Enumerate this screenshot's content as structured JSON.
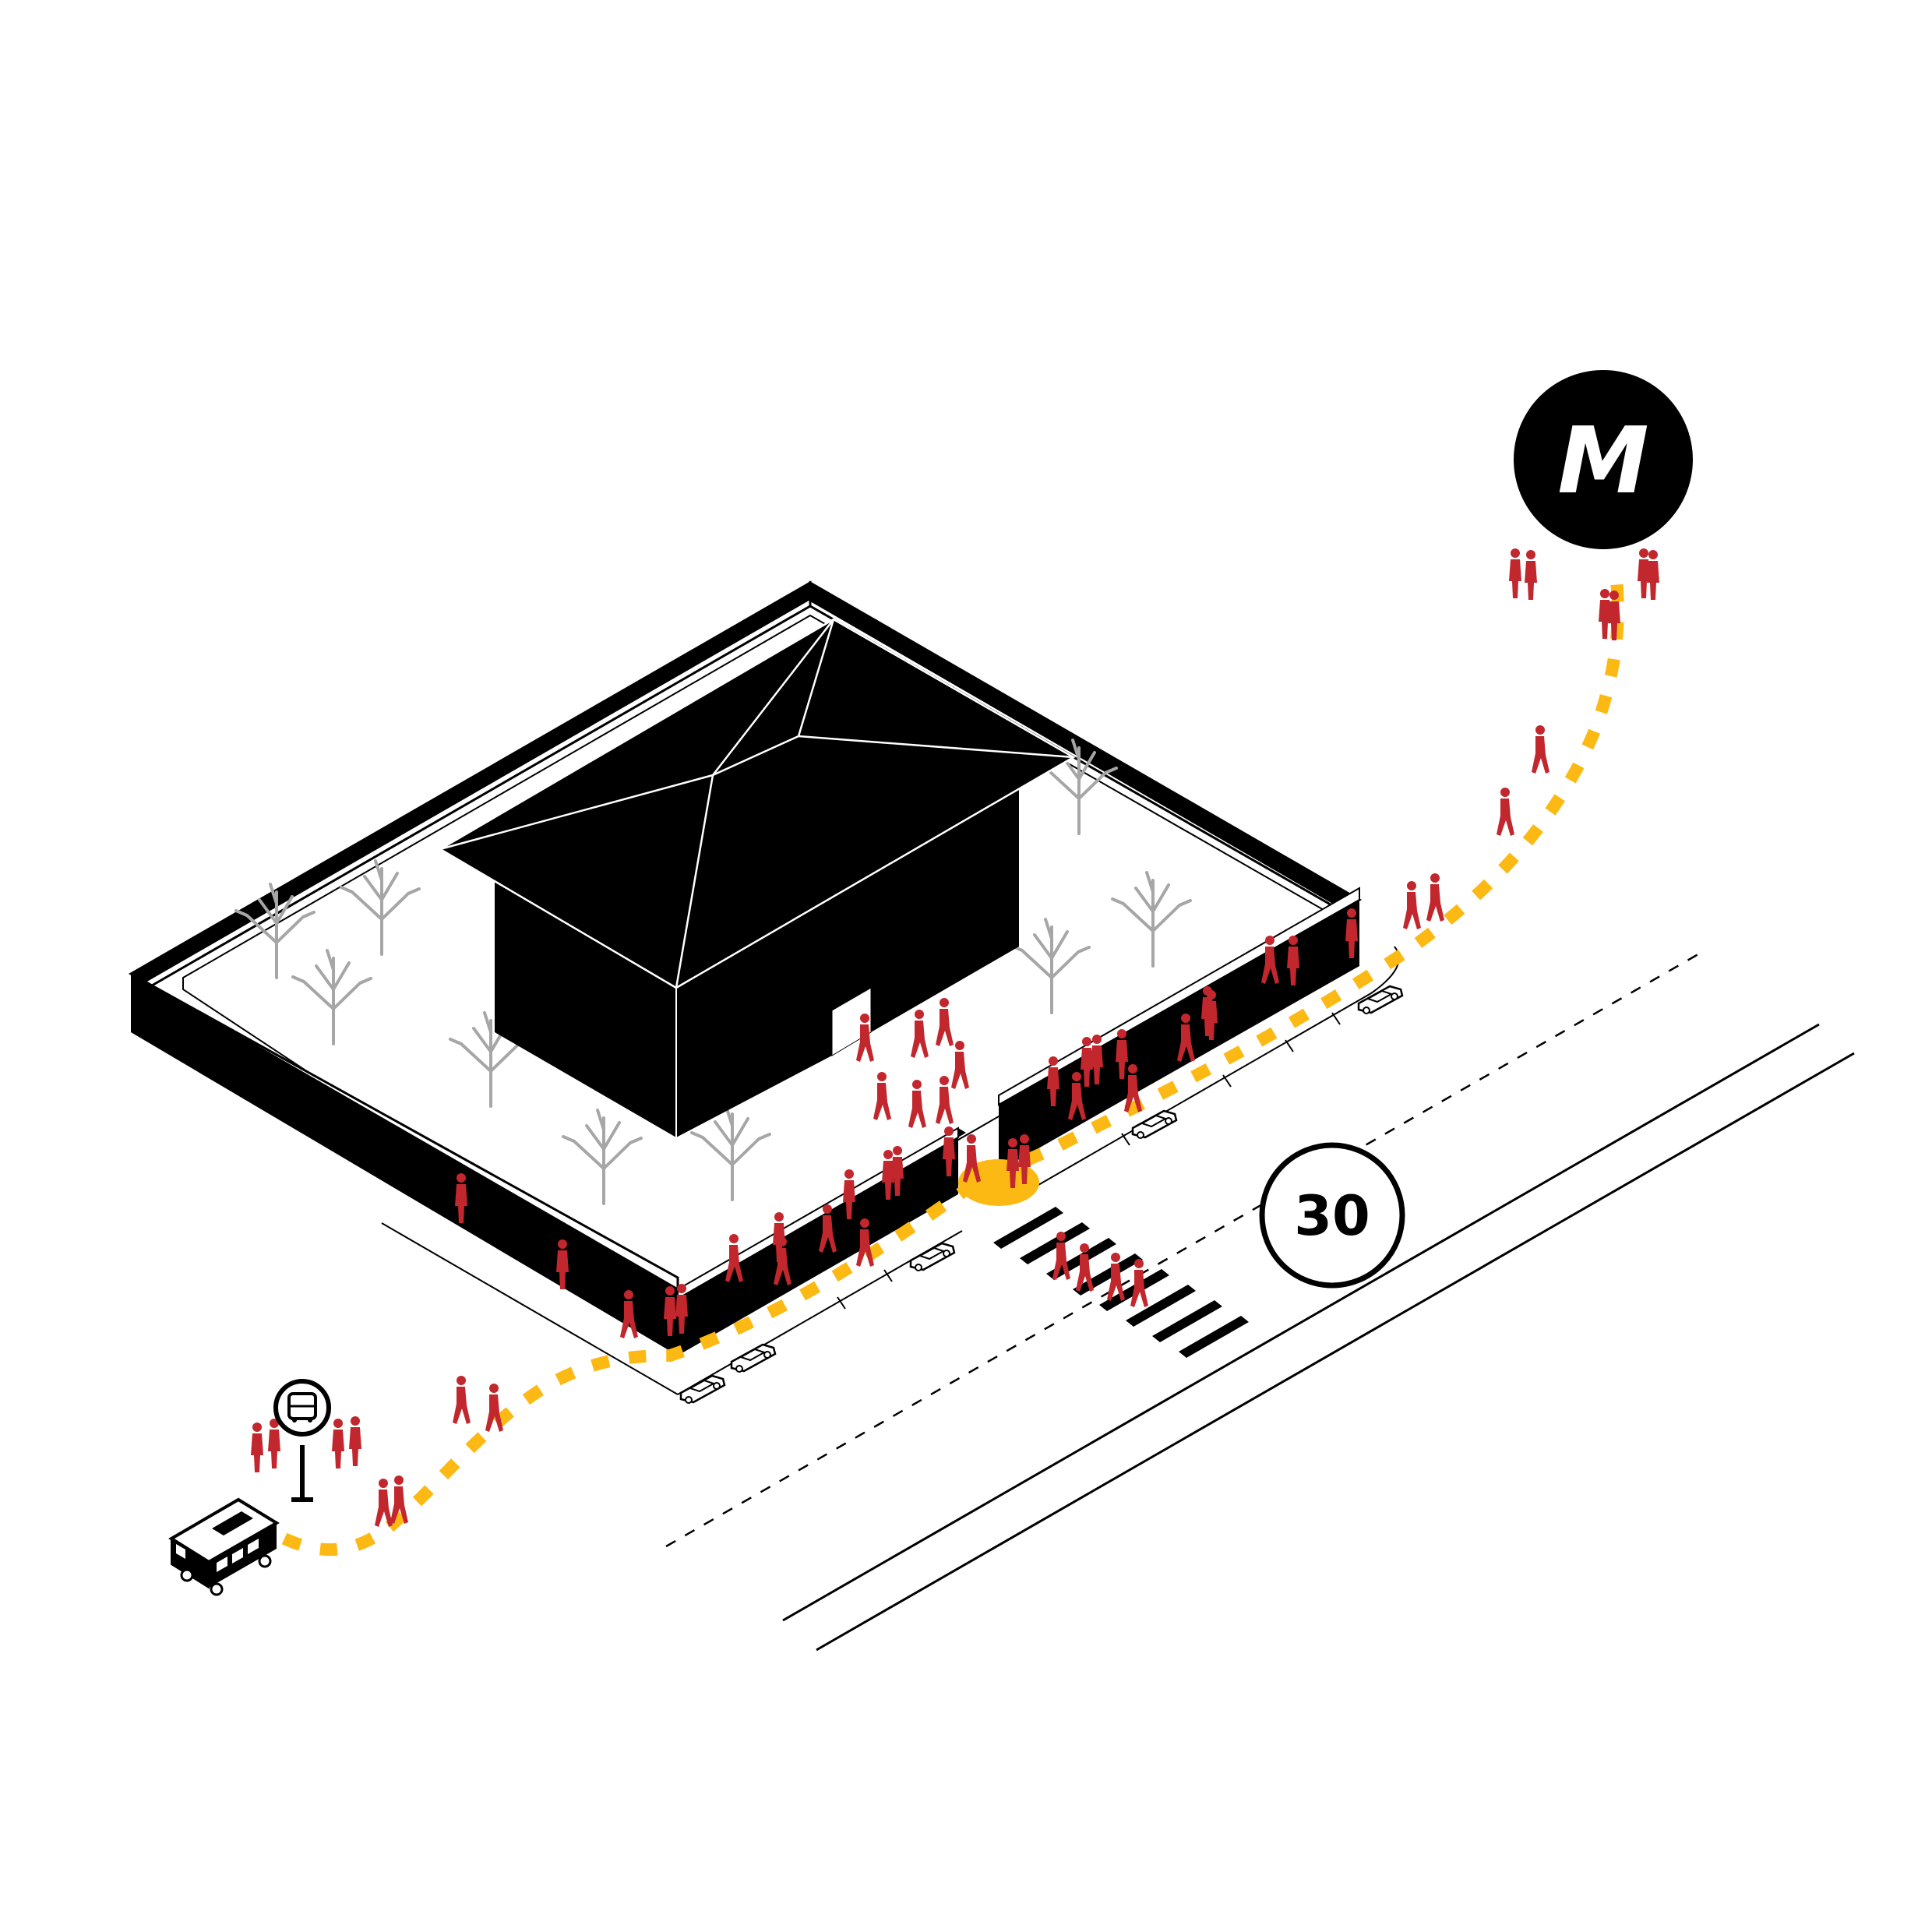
{
  "colors": {
    "background": "#ffffff",
    "building": "#000000",
    "route": "#fdb913",
    "people": "#c1272d",
    "trees": "#a6a6a6",
    "lines": "#000000"
  },
  "metro_sign": {
    "label": "M",
    "icon": "metro-icon"
  },
  "speed_sign": {
    "label": "30",
    "icon": "speed-limit-icon"
  },
  "bus_stop": {
    "icon": "bus-stop-icon"
  },
  "bus": {
    "icon": "bus-icon"
  },
  "car": {
    "icon": "car-icon"
  },
  "tree": {
    "icon": "tree-icon"
  },
  "person": {
    "icon": "person-icon"
  },
  "crosswalk": {
    "stripe_count": 8
  }
}
